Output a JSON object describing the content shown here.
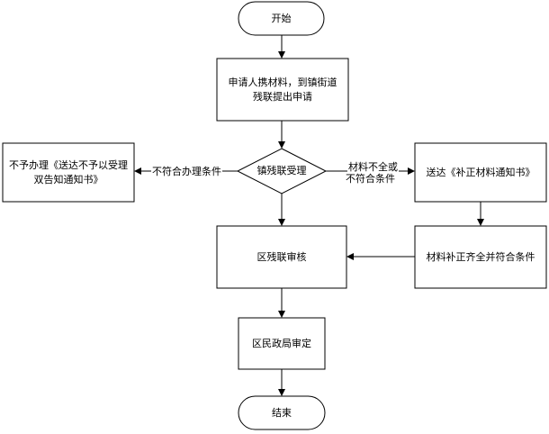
{
  "nodes": {
    "start": "开始",
    "apply": "申请人携材料，到镇街道残联提出申请",
    "accept": "镇残联受理",
    "reject": "不予办理《送达不予以受理双告知通知书》",
    "supplement_notice": "送达《补正材料通知书》",
    "district_review": "区残联审核",
    "supplement_done": "材料补正齐全并符合条件",
    "gov_approve": "区民政局审定",
    "end": "结束"
  },
  "edges": {
    "not_qualified": "不符合办理条件",
    "incomplete_line1": "材料不全或",
    "incomplete_line2": "不符合条件"
  },
  "colors": {
    "stroke": "#000000",
    "text": "#000000",
    "background": "#ffffff"
  }
}
